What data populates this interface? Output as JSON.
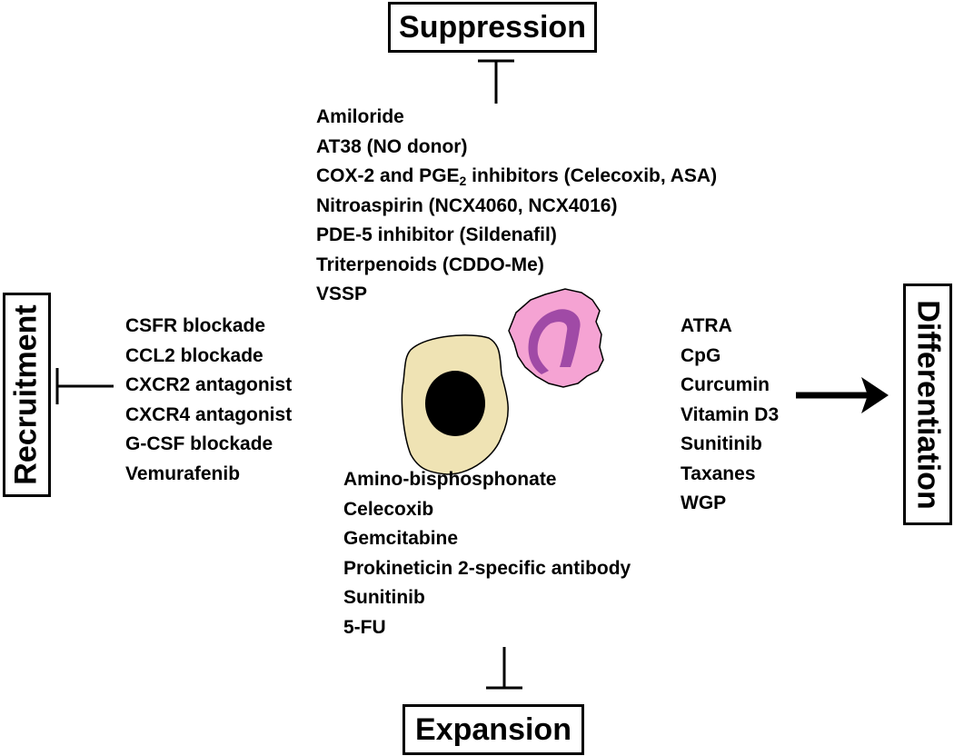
{
  "boxes": {
    "suppression": "Suppression",
    "expansion": "Expansion",
    "recruitment": "Recruitment",
    "differentiation": "Differentiation"
  },
  "suppression_agents": [
    "Amiloride",
    "AT38 (NO donor)",
    {
      "before": "COX-2 and PGE",
      "sub": "2",
      "after": " inhibitors (Celecoxib, ASA)"
    },
    "Nitroaspirin (NCX4060, NCX4016)",
    "PDE-5 inhibitor (Sildenafil)",
    "Triterpenoids (CDDO-Me)",
    "VSSP"
  ],
  "recruitment_agents": [
    "CSFR blockade",
    "CCL2 blockade",
    "CXCR2 antagonist",
    "CXCR4 antagonist",
    "G-CSF blockade",
    "Vemurafenib"
  ],
  "differentiation_agents": [
    "ATRA",
    "CpG",
    "Curcumin",
    "Vitamin D3",
    "Sunitinib",
    "Taxanes",
    "WGP"
  ],
  "expansion_agents": [
    "Amino-bisphosphonate",
    "Celecoxib",
    "Gemcitabine",
    "Prokineticin 2-specific antibody",
    "Sunitinib",
    "5-FU"
  ],
  "colors": {
    "cell_left_fill": "#efe3b4",
    "cell_left_nucleus": "#000000",
    "cell_right_fill": "#f5a3d3",
    "cell_right_nucleus": "#a04aa6",
    "line": "#000000"
  }
}
